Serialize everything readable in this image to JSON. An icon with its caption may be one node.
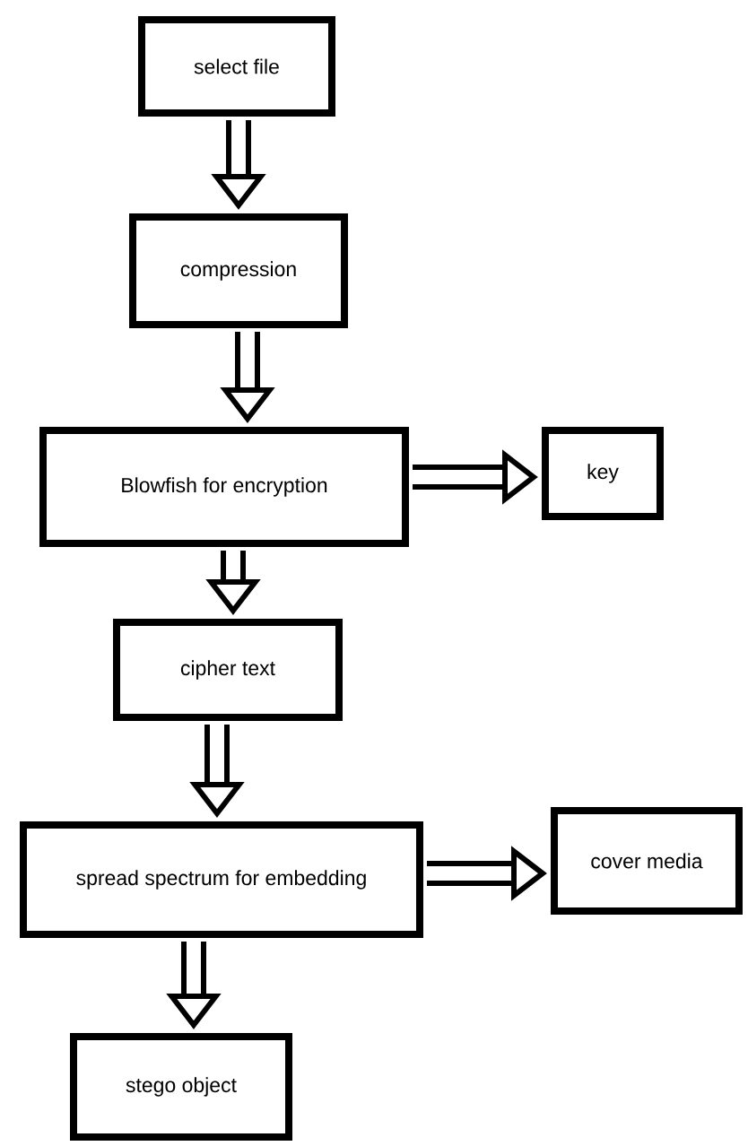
{
  "diagram": {
    "nodes": [
      {
        "text": [
          "select file"
        ]
      },
      {
        "text": [
          "compression"
        ]
      },
      {
        "text": [
          "Blowfish for encryption"
        ]
      },
      {
        "text": [
          "key"
        ]
      },
      {
        "text": [
          "cipher text"
        ]
      },
      {
        "text": [
          "spread spectrum for embedding"
        ]
      },
      {
        "text": [
          "cover media"
        ]
      },
      {
        "text": [
          "stego object"
        ]
      }
    ],
    "edges": [
      {
        "from": 0,
        "to": 1,
        "arrow": "to"
      },
      {
        "from": 1,
        "to": 2,
        "arrow": "to"
      },
      {
        "from": 2,
        "to": 3,
        "arrow": "to"
      },
      {
        "from": 2,
        "to": 4,
        "arrow": "to"
      },
      {
        "from": 4,
        "to": 5,
        "arrow": "to"
      },
      {
        "from": 5,
        "to": 6,
        "arrow": "to"
      },
      {
        "from": 5,
        "to": 7,
        "arrow": "to"
      }
    ]
  }
}
